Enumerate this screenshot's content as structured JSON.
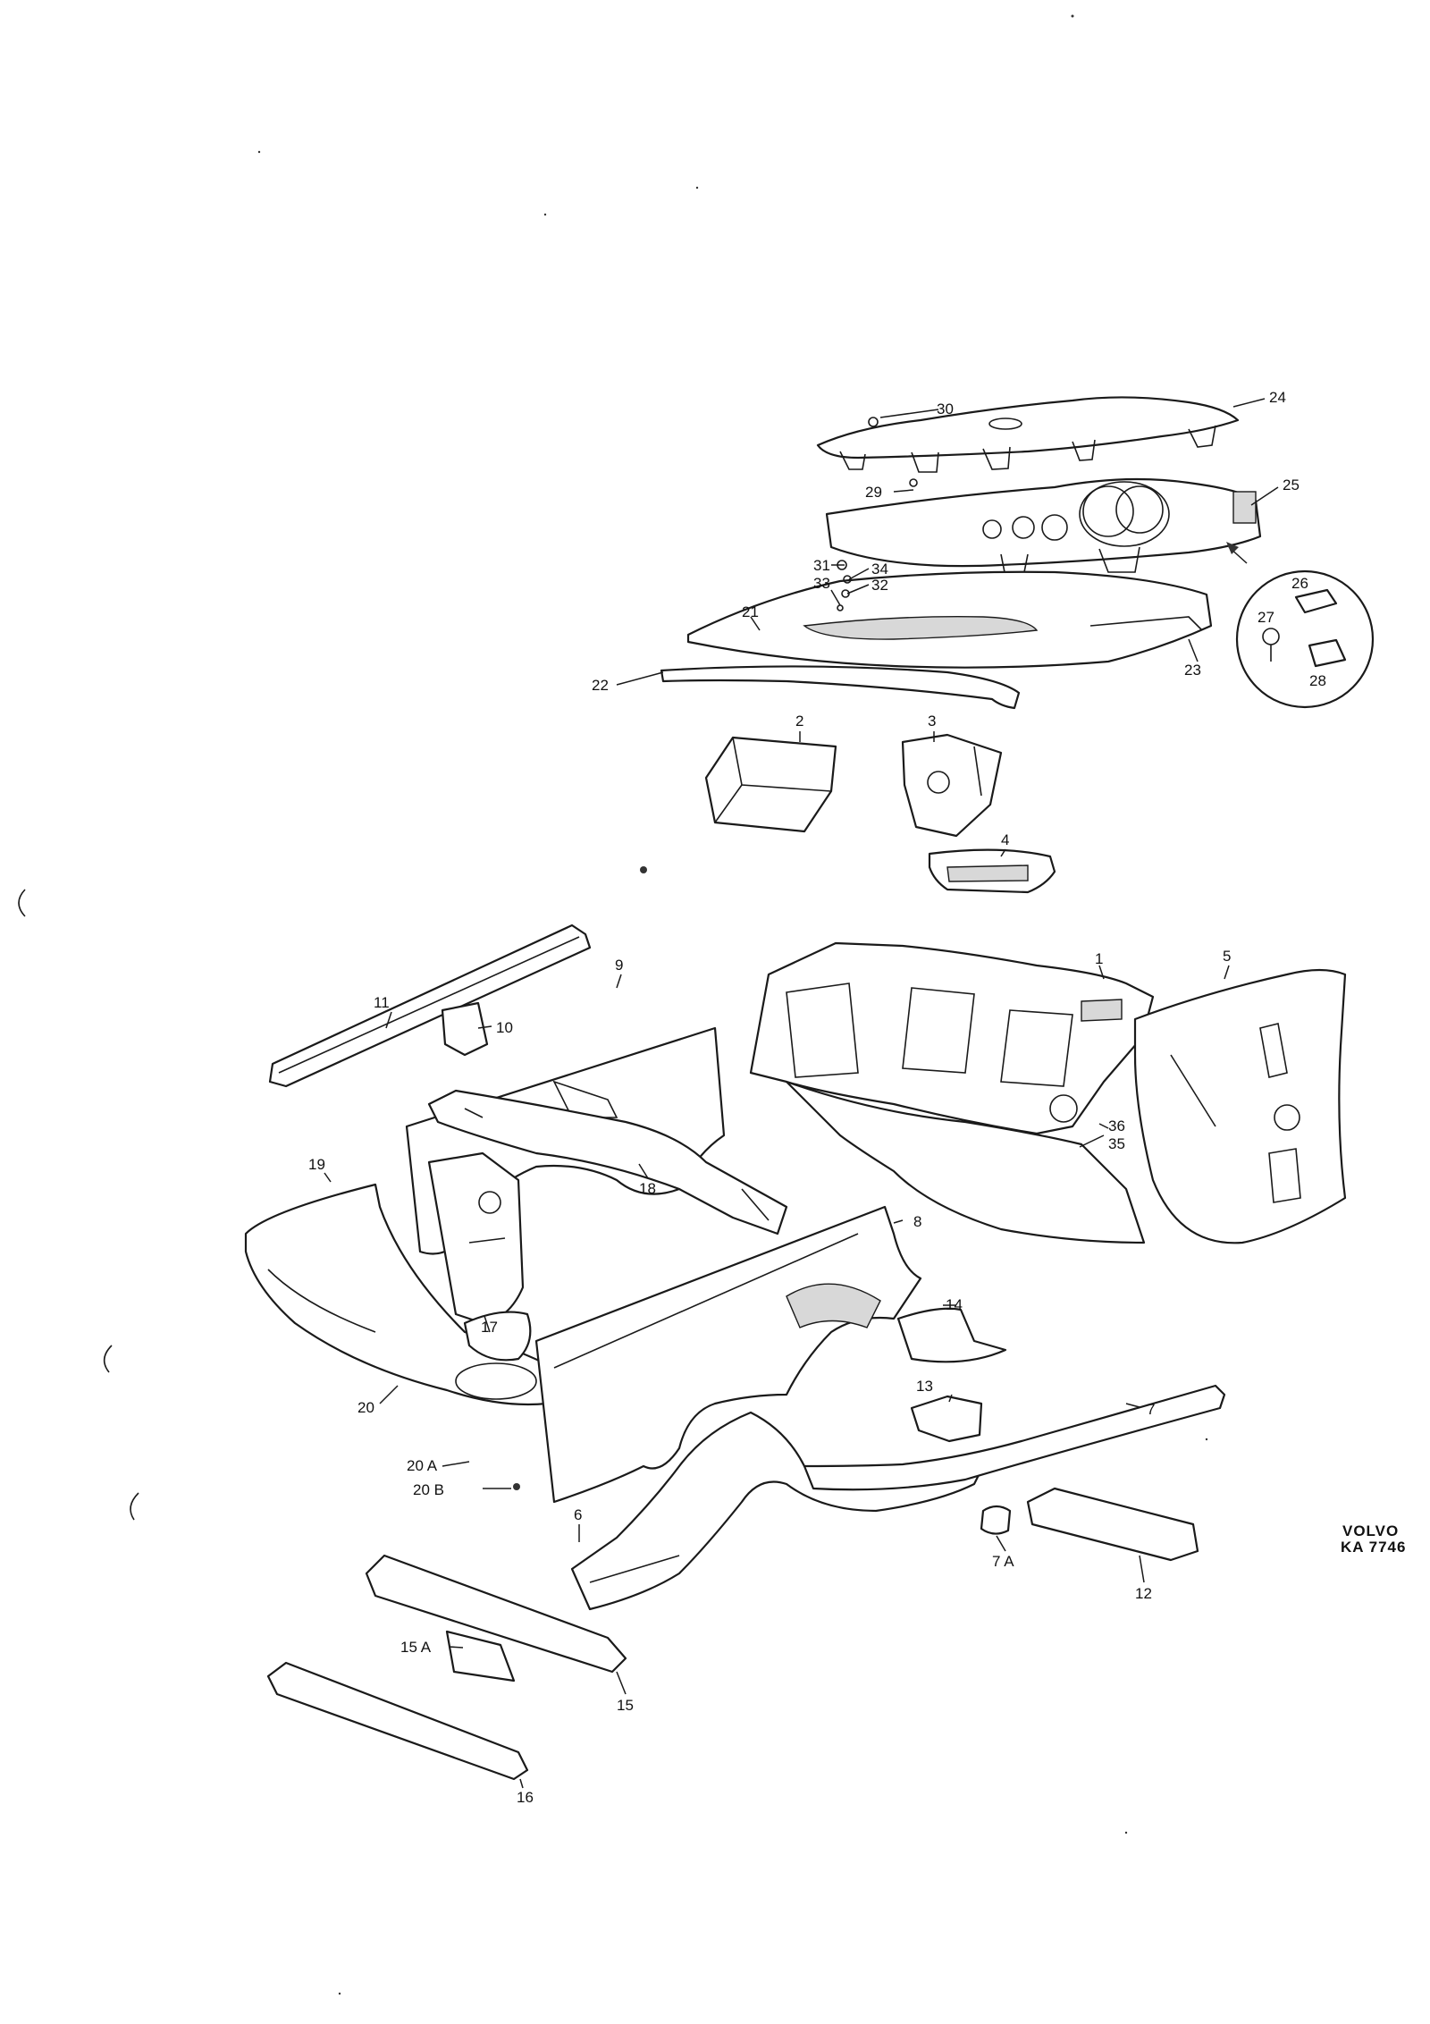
{
  "diagram": {
    "reference": {
      "brand": "VOLVO",
      "code": "KA 7746"
    },
    "callouts": [
      "1",
      "2",
      "3",
      "4",
      "5",
      "6",
      "7",
      "7 A",
      "8",
      "9",
      "10",
      "11",
      "12",
      "13",
      "14",
      "15",
      "15 A",
      "16",
      "17",
      "18",
      "19",
      "20",
      "20 A",
      "20 B",
      "21",
      "22",
      "23",
      "24",
      "25",
      "26",
      "27",
      "28",
      "29",
      "30",
      "31",
      "32",
      "33",
      "34",
      "35",
      "36"
    ]
  }
}
